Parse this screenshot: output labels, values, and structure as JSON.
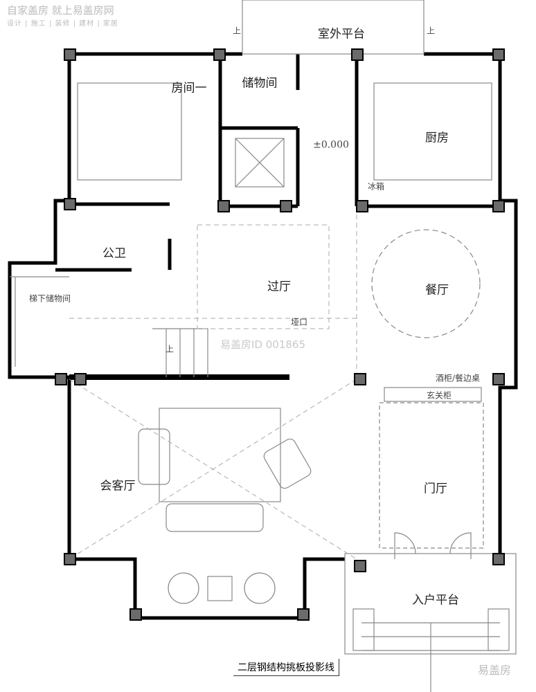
{
  "logo": {
    "line1": "自家盖房 就上易盖房网",
    "line2": "设计 | 施工 | 装修 | 建材 | 家居"
  },
  "rooms": {
    "outdoor_platform": "室外平台",
    "up_left": "上",
    "up_right": "上",
    "bedroom_1": "房间一",
    "storage": "储物间",
    "elevation": "±0.000",
    "kitchen": "厨房",
    "fridge": "冰箱",
    "public_bathroom": "公卫",
    "under_stair_storage": "梯下储物间",
    "hall": "过厅",
    "dining": "餐厅",
    "opening": "垭口",
    "wine_cabinet": "酒柜/餐边桌",
    "entry_cabinet": "玄关柜",
    "living_room": "会客厅",
    "foyer": "门厅",
    "entry_platform": "入户平台",
    "stair_up": "上"
  },
  "watermark": "易盖房ID 001865",
  "note": "二层钢结构挑板投影线",
  "brand": "易盖房",
  "colors": {
    "wall": "#000000",
    "column": "#6b6b6b",
    "dash": "#999999"
  }
}
